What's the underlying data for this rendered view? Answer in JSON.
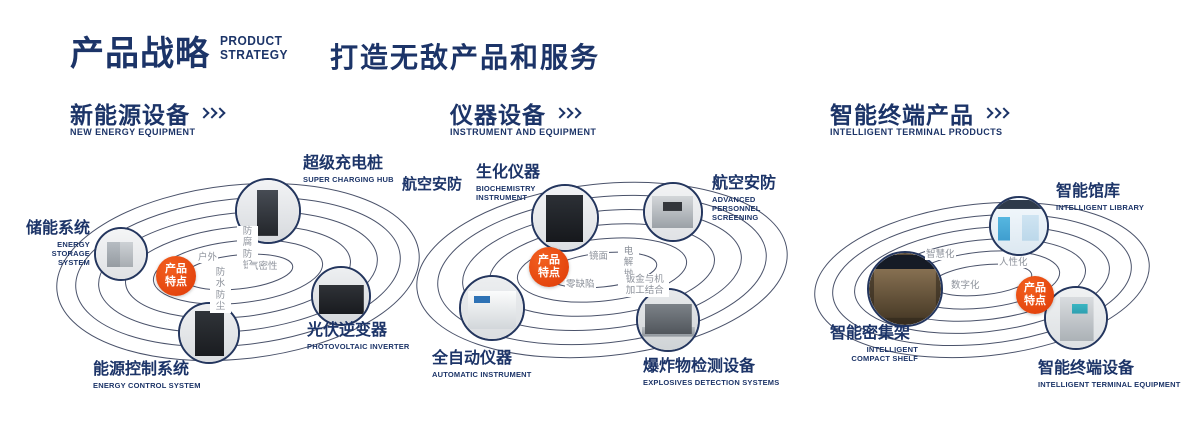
{
  "header": {
    "title_cn": "产品战略",
    "title_en_line1": "PRODUCT",
    "title_en_line2": "STRATEGY",
    "tagline": "打造无敌产品和服务"
  },
  "badge_label": "产品特点",
  "icons": {
    "section_arrows": "chevron-right-triple"
  },
  "colors": {
    "navy": "#1c3468",
    "orange": "#e8430e"
  },
  "sections": {
    "energy": {
      "title_cn": "新能源设备",
      "title_en": "NEW ENERGY EQUIPMENT",
      "nodes": {
        "charging": {
          "cn": "超级充电桩",
          "en": "SUPER CHARGING HUB"
        },
        "storage": {
          "cn": "储能系统",
          "en": "ENERGY STORAGE SYSTEM"
        },
        "inverter": {
          "cn": "光伏逆变器",
          "en": "PHOTOVOLTAIC INVERTER"
        },
        "control": {
          "cn": "能源控制系统",
          "en": "ENERGY CONTROL SYSTEM"
        }
      },
      "features": {
        "f1": "防腐防锈",
        "f2": "户外",
        "f3": "气密性",
        "f4": "防水防尘"
      }
    },
    "instrument": {
      "title_cn": "仪器设备",
      "title_en": "INSTRUMENT AND EQUIPMENT",
      "extra_label": "航空安防",
      "nodes": {
        "biochem": {
          "cn": "生化仪器",
          "en": "BIOCHEMISTRY INSTRUMENT"
        },
        "screening": {
          "cn": "航空安防",
          "en": "ADVANCED PERSONNEL SCREENING"
        },
        "automatic": {
          "cn": "全自动仪器",
          "en": "AUTOMATIC INSTRUMENT"
        },
        "explosives": {
          "cn": "爆炸物检测设备",
          "en": "EXPLOSIVES DETECTION SYSTEMS"
        }
      },
      "features": {
        "f1": "镜面",
        "f2": "电解抛光",
        "f3": "零缺陷",
        "f4": "钣金与机加工结合"
      }
    },
    "terminal": {
      "title_cn": "智能终端产品",
      "title_en": "INTELLIGENT TERMINAL PRODUCTS",
      "nodes": {
        "library": {
          "cn": "智能馆库",
          "en": "INTELLIGENT LIBRARY"
        },
        "shelf": {
          "cn": "智能密集架",
          "en": "INTELLIGENT COMPACT SHELF"
        },
        "terminal": {
          "cn": "智能终端设备",
          "en": "INTELLIGENT TERMINAL EQUIPMENT"
        }
      },
      "features": {
        "f1": "智慧化",
        "f2": "人性化",
        "f3": "数字化"
      }
    }
  }
}
